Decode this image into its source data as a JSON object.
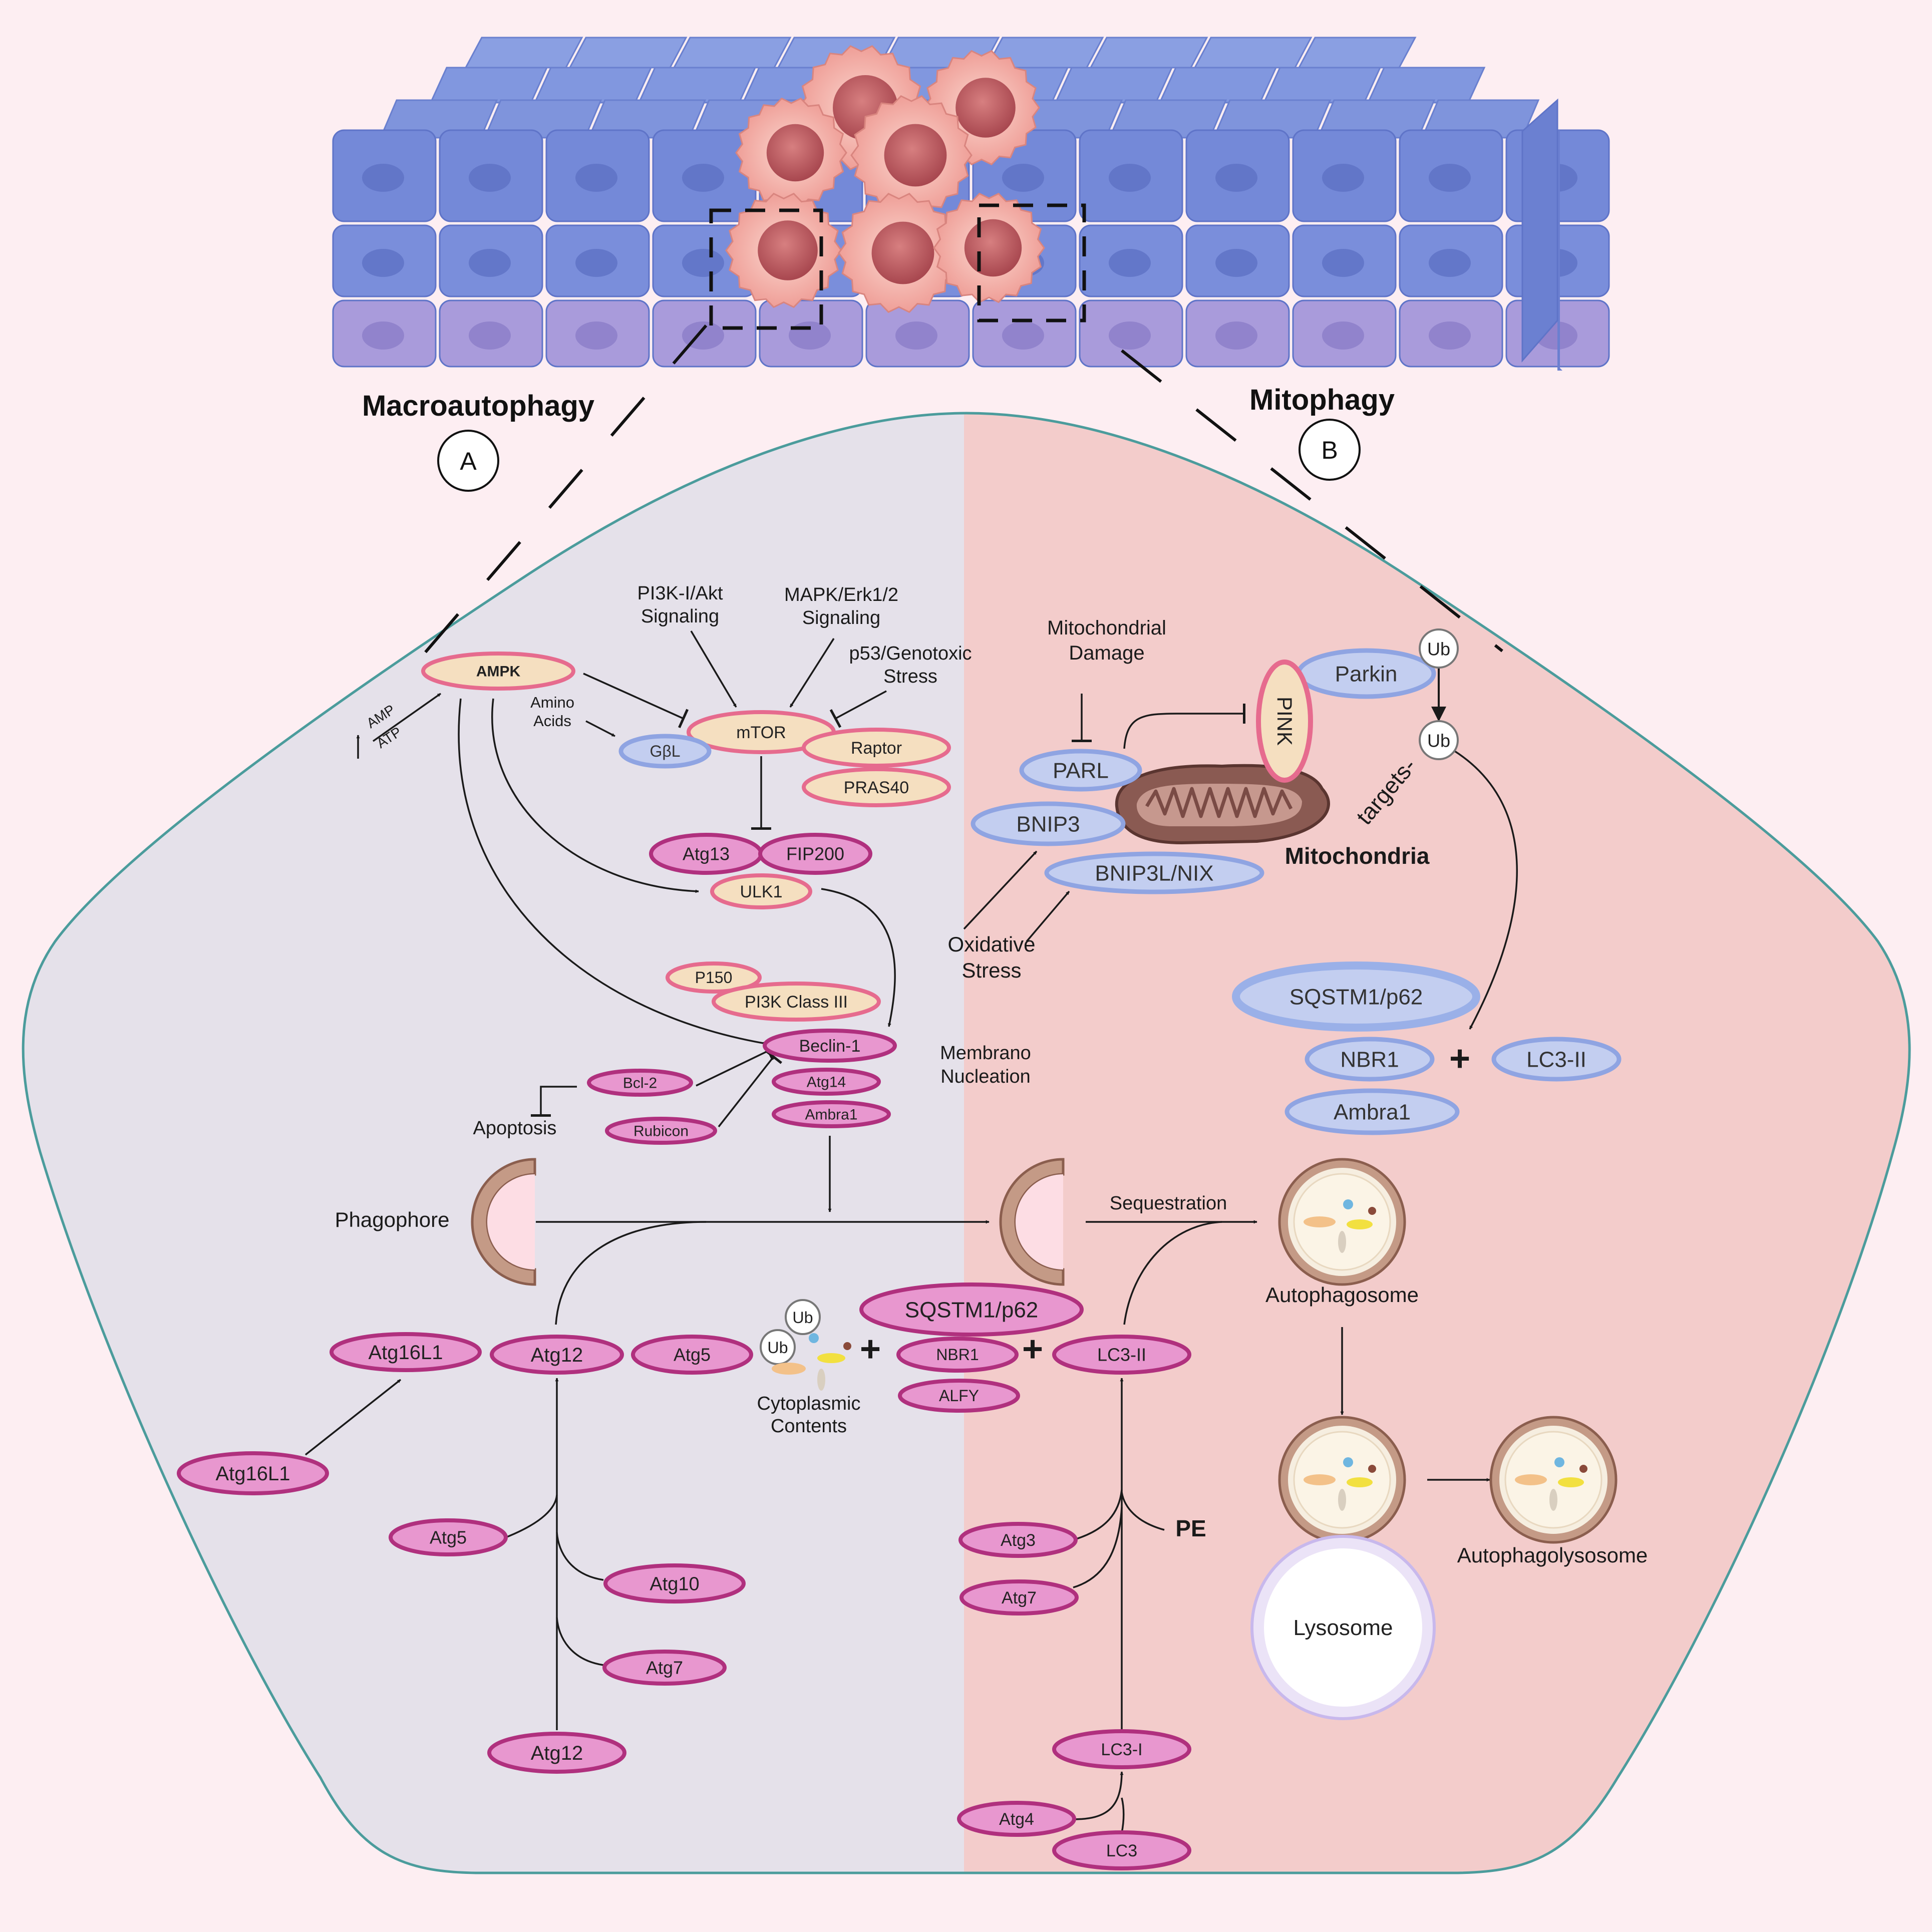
{
  "palette": {
    "background": "#fdeef2",
    "left_panel": "#e5e1ea",
    "right_panel": "#f3cccb",
    "outline": "#4b9c9c",
    "tan_fill": "#f5dfc0",
    "pink_border": "#e66b8e",
    "magenta_fill": "#e897cf",
    "magenta_border": "#b0307e",
    "blue_fill": "#c3cef0",
    "blue_border": "#8fa4e2",
    "tissue_blue": "#7f94dc",
    "tissue_lavender": "#a797d8",
    "tumor_cell": "#f4b8b0",
    "membrane": "#c49a86"
  },
  "headings": {
    "macro": "Macroautophagy",
    "macro_badge": "A",
    "mito": "Mitophagy",
    "mito_badge": "B"
  },
  "inputs": {
    "amp": "AMP",
    "atp": "ATP",
    "amino_line1": "Amino",
    "amino_line2": "Acids",
    "pi3k_line1": "PI3K-I/Akt",
    "pi3k_line2": "Signaling",
    "mapk_line1": "MAPK/Erk1/2",
    "mapk_line2": "Signaling",
    "p53_line1": "p53/Genotoxic",
    "p53_line2": "Stress",
    "mito_damage_line1": "Mitochondrial",
    "mito_damage_line2": "Damage",
    "oxidative_line1": "Oxidative",
    "oxidative_line2": "Stress",
    "membrane_line1": "Membrano",
    "membrane_line2": "Nucleation",
    "apoptosis": "Apoptosis",
    "phagophore": "Phagophore",
    "sequestration": "Sequestration",
    "cytoplasmic_line1": "Cytoplasmic",
    "cytoplasmic_line2": "Contents",
    "targets": "targets-",
    "mitochondria": "Mitochondria",
    "pe": "PE"
  },
  "proteins": {
    "ampk": "AMPK",
    "mtor": "mTOR",
    "gbl": "GβL",
    "raptor": "Raptor",
    "pras40": "PRAS40",
    "atg13": "Atg13",
    "fip200": "FIP200",
    "ulk1": "ULK1",
    "p150": "P150",
    "pi3k_class3": "PI3K Class III",
    "beclin1": "Beclin-1",
    "atg14": "Atg14",
    "ambra1": "Ambra1",
    "bcl2": "Bcl-2",
    "rubicon": "Rubicon",
    "parl": "PARL",
    "pink": "PINK",
    "parkin": "Parkin",
    "ub": "Ub",
    "bnip3": "BNIP3",
    "bnip3l": "BNIP3L/NIX",
    "sqstm1": "SQSTM1/p62",
    "nbr1": "NBR1",
    "lc3ii": "LC3-II",
    "atg16l1": "Atg16L1",
    "atg12": "Atg12",
    "atg5": "Atg5",
    "atg10": "Atg10",
    "atg7": "Atg7",
    "atg3": "Atg3",
    "atg4": "Atg4",
    "lc3i": "LC3-I",
    "lc3": "LC3",
    "alfy": "ALFY"
  },
  "organelles": {
    "autophagosome": "Autophagosome",
    "autophagolysosome": "Autophagolysosome",
    "lysosome": "Lysosome"
  },
  "symbols": {
    "plus": "+"
  }
}
